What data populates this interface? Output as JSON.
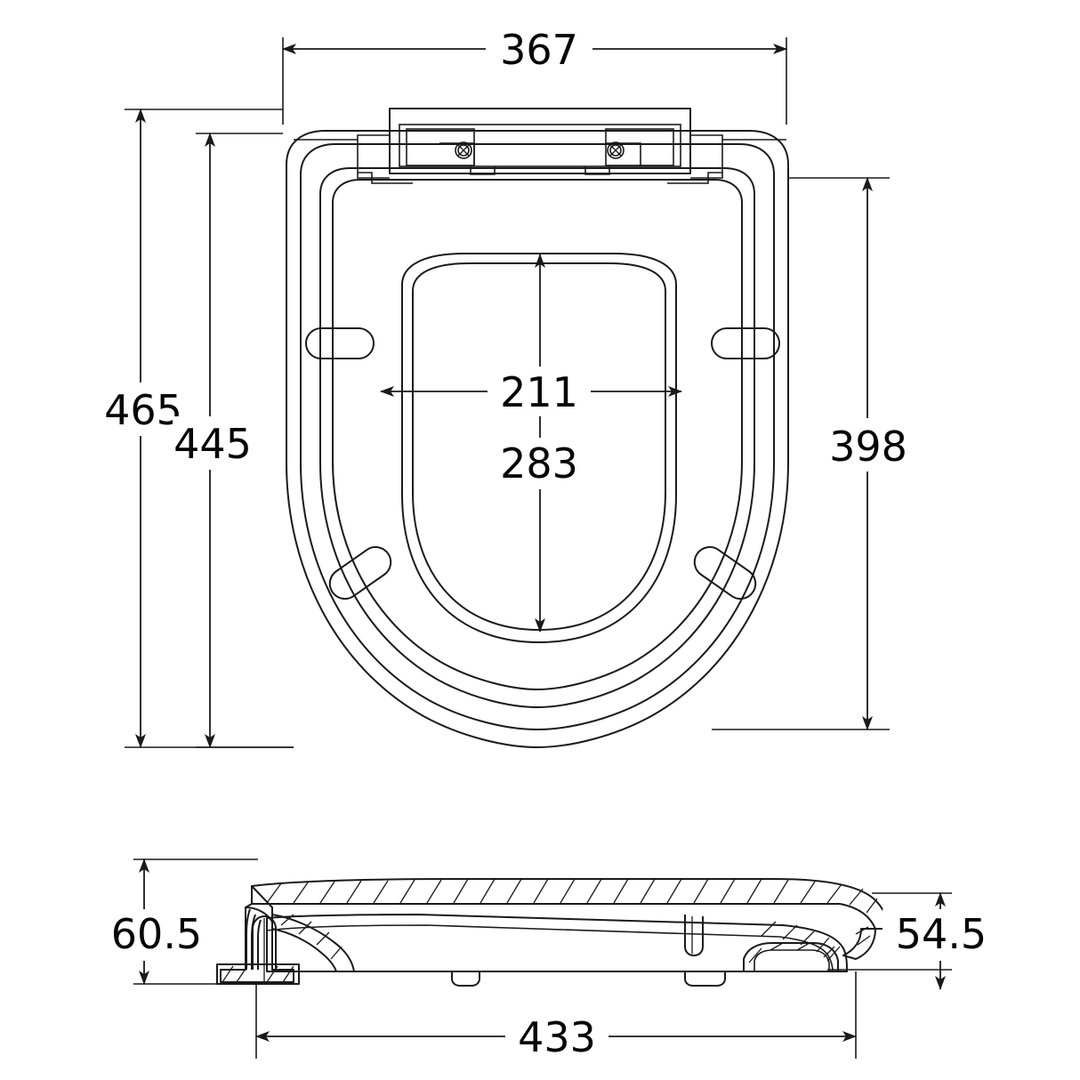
{
  "drawing": {
    "type": "technical-dimension-drawing",
    "subject": "toilet seat and lid",
    "units": "mm",
    "line_color": "#1a1a1a",
    "background_color": "#ffffff",
    "views": [
      {
        "name": "plan-view",
        "label": ""
      },
      {
        "name": "side-view",
        "label": ""
      }
    ]
  },
  "dimensions": {
    "plan": {
      "overall_width": "367",
      "overall_length_outer": "465",
      "overall_length_inner": "445",
      "right_length": "398",
      "aperture_width": "211",
      "aperture_length": "283"
    },
    "side": {
      "height_hinge_end": "60.5",
      "height_front_end": "54.5",
      "length": "433"
    }
  },
  "labels": {
    "d367": "367",
    "d465": "465",
    "d445": "445",
    "d398": "398",
    "d211": "211",
    "d283": "283",
    "d605": "60.5",
    "d545": "54.5",
    "d433": "433"
  }
}
